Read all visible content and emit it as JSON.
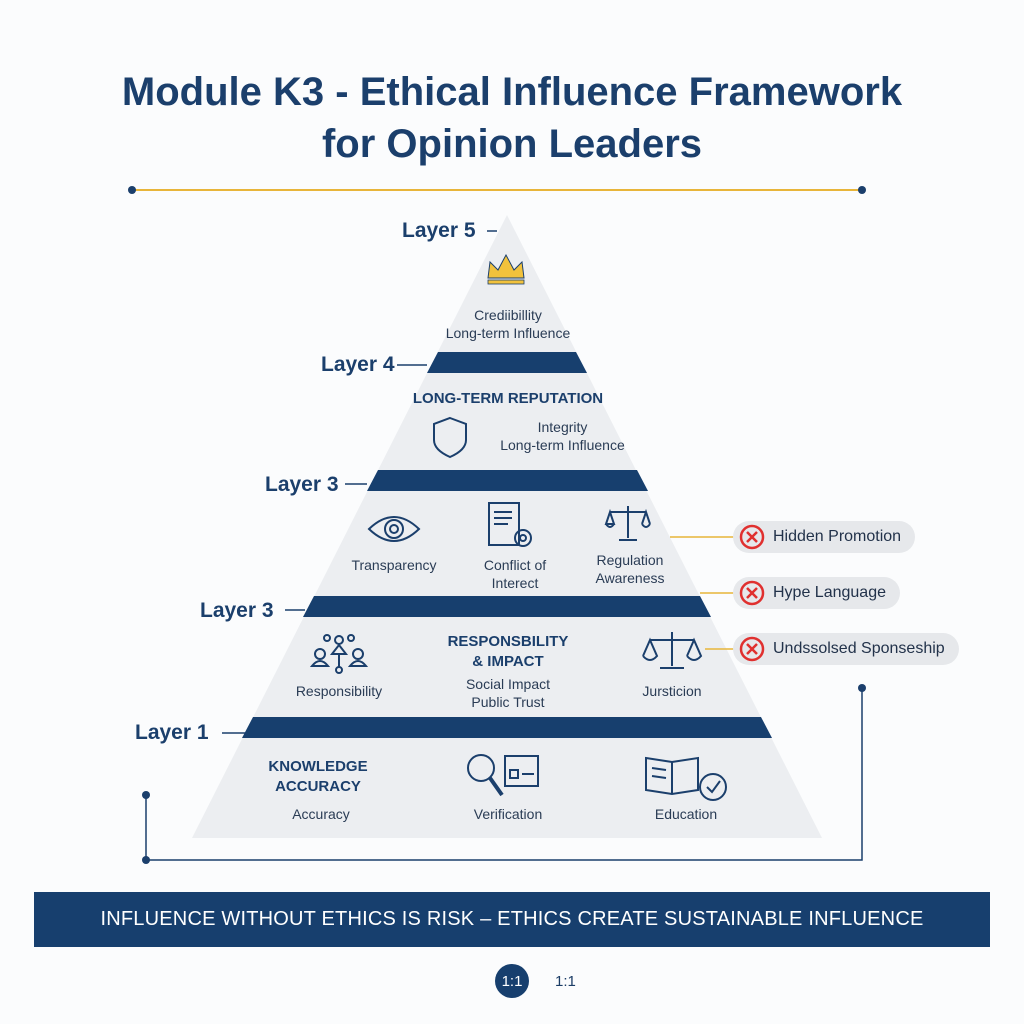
{
  "title": {
    "line1": "Module K3 - Ethical Influence Framework",
    "line2": "for Opinion Leaders"
  },
  "colors": {
    "navy": "#173f6e",
    "gold": "#e8b53a",
    "red": "#e0302f",
    "pyramid": "#eceef1"
  },
  "layers": {
    "l5": {
      "label": "Layer 5",
      "icon": "crown-icon",
      "line1": "Crediibillity",
      "line2": "Long-term Influence"
    },
    "l4": {
      "label": "Layer 4",
      "heading": "LONG-TERM REPUTATION",
      "icon": "shield-icon",
      "line1": "Integrity",
      "line2": "Long-term Influence"
    },
    "l3a": {
      "label": "Layer 3",
      "items": [
        {
          "icon": "eye-icon",
          "label": "Transparency"
        },
        {
          "icon": "document-gear-icon",
          "label": "Conflict of Interect"
        },
        {
          "icon": "scales-icon",
          "label": "Regulation Awareness"
        }
      ]
    },
    "l3b": {
      "label": "Layer 3",
      "heading1": "RESPONSBILITY",
      "heading2": "& IMPACT",
      "sub1": "Social Impact",
      "sub2": "Public Trust",
      "items": [
        {
          "icon": "network-people-icon",
          "label": "Responsibility"
        },
        {
          "icon": "scales-icon",
          "label": "Jursticion"
        }
      ]
    },
    "l1": {
      "label": "Layer 1",
      "heading1": "KNOWLEDGE",
      "heading2": "ACCURACY",
      "items": [
        {
          "label": "Accuracy"
        },
        {
          "icon": "magnifier-checklist-icon",
          "label": "Verification"
        },
        {
          "icon": "book-check-icon",
          "label": "Education"
        }
      ]
    }
  },
  "risks": [
    "Hidden Promotion",
    "Hype Language",
    "Undssolsed Sponseship"
  ],
  "banner": "INFLUENCE WITHOUT ETHICS IS RISK – ETHICS CREATE SUSTAINABLE INFLUENCE",
  "footer": {
    "badge": "1:1",
    "text": "1:1"
  }
}
